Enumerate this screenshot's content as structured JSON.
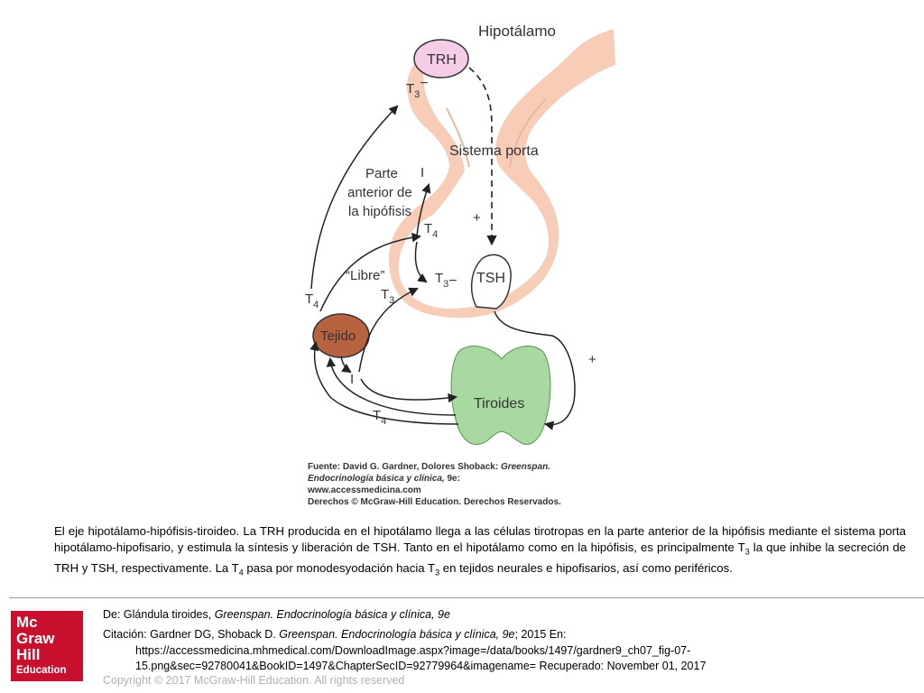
{
  "figure": {
    "labels": {
      "hypothalamus": "Hipotálamo",
      "trh": "TRH",
      "t3_top": "T",
      "t3_top_sub": "3",
      "minus": "−",
      "portal_system": "Sistema porta",
      "anterior_pituitary_1": "Parte",
      "anterior_pituitary_2": "anterior de",
      "anterior_pituitary_3": "la hipófisis",
      "iodide_pit": "I",
      "t4_pit": "T",
      "t4_pit_sub": "4",
      "plus_portal": "+",
      "libre": "“Libre”",
      "t3_pit": "T",
      "t3_pit_sub": "3",
      "minus_tsh": "−",
      "tsh": "TSH",
      "t4_left": "T",
      "t4_left_sub": "4",
      "t3_free": "T",
      "t3_free_sub": "3",
      "tissue": "Tejido",
      "iodide_tissue": "I",
      "plus_thyroid": "+",
      "thyroid": "Tiroides",
      "t4_bottom": "T",
      "t4_bottom_sub": "4"
    },
    "source": {
      "line1_prefix": "Fuente: David G. Gardner, Dolores Shoback: ",
      "line1_italic": "Greenspan.",
      "line2_italic": "Endocrinología básica y clínica,",
      "line2_rest": " 9e:",
      "line3": "www.accessmedicina.com",
      "line4": "Derechos © McGraw-Hill Education. Derechos Reservados."
    },
    "colors": {
      "pituitary": "#f7cdb8",
      "trh_bubble": "#f6cde6",
      "tissue": "#b8633f",
      "thyroid": "#a8d9a0",
      "arrows": "#222222"
    }
  },
  "caption": {
    "part1": "El eje hipotálamo-hipófisis-tiroideo. La TRH producida en el hipotálamo llega a las células tirotropas en la parte anterior de la hipófisis mediante el sistema porta hipotálamo-hipofisario, y estimula la síntesis y liberación de TSH. Tanto en el hipotálamo como en la hipófisis, es principalmente T",
    "sub1": "3",
    "part2": " la que inhibe la secreción de TRH y TSH, respectivamente. La T",
    "sub2": "4",
    "part3": " pasa por monodesyodación hacia T",
    "sub3": "3",
    "part4": " en tejidos neurales e hipofisarios, así como periféricos."
  },
  "footer": {
    "logo_line1": "Mc",
    "logo_line2": "Graw",
    "logo_line3": "Hill",
    "logo_line4": "Education",
    "de_prefix": "De: Glándula tiroides, ",
    "de_italic": "Greenspan. Endocrinología básica y clínica, 9e",
    "cita_prefix": "Citación: Gardner DG, Shoback D",
    "cita_dot": ". ",
    "cita_italic": "Greenspan. Endocrinología básica y clínica, 9e",
    "cita_rest": "; 2015 En:",
    "url_line1": "https://accessmedicina.mhmedical.com/DownloadImage.aspx?image=/data/books/1497/gardner9_ch07_fig-07-",
    "url_line2": "15.png&sec=92780041&BookID=1497&ChapterSecID=92779964&imagename= Recuperado: November 01, 2017",
    "copyright": "Copyright © 2017 McGraw-Hill Education. All rights reserved"
  }
}
